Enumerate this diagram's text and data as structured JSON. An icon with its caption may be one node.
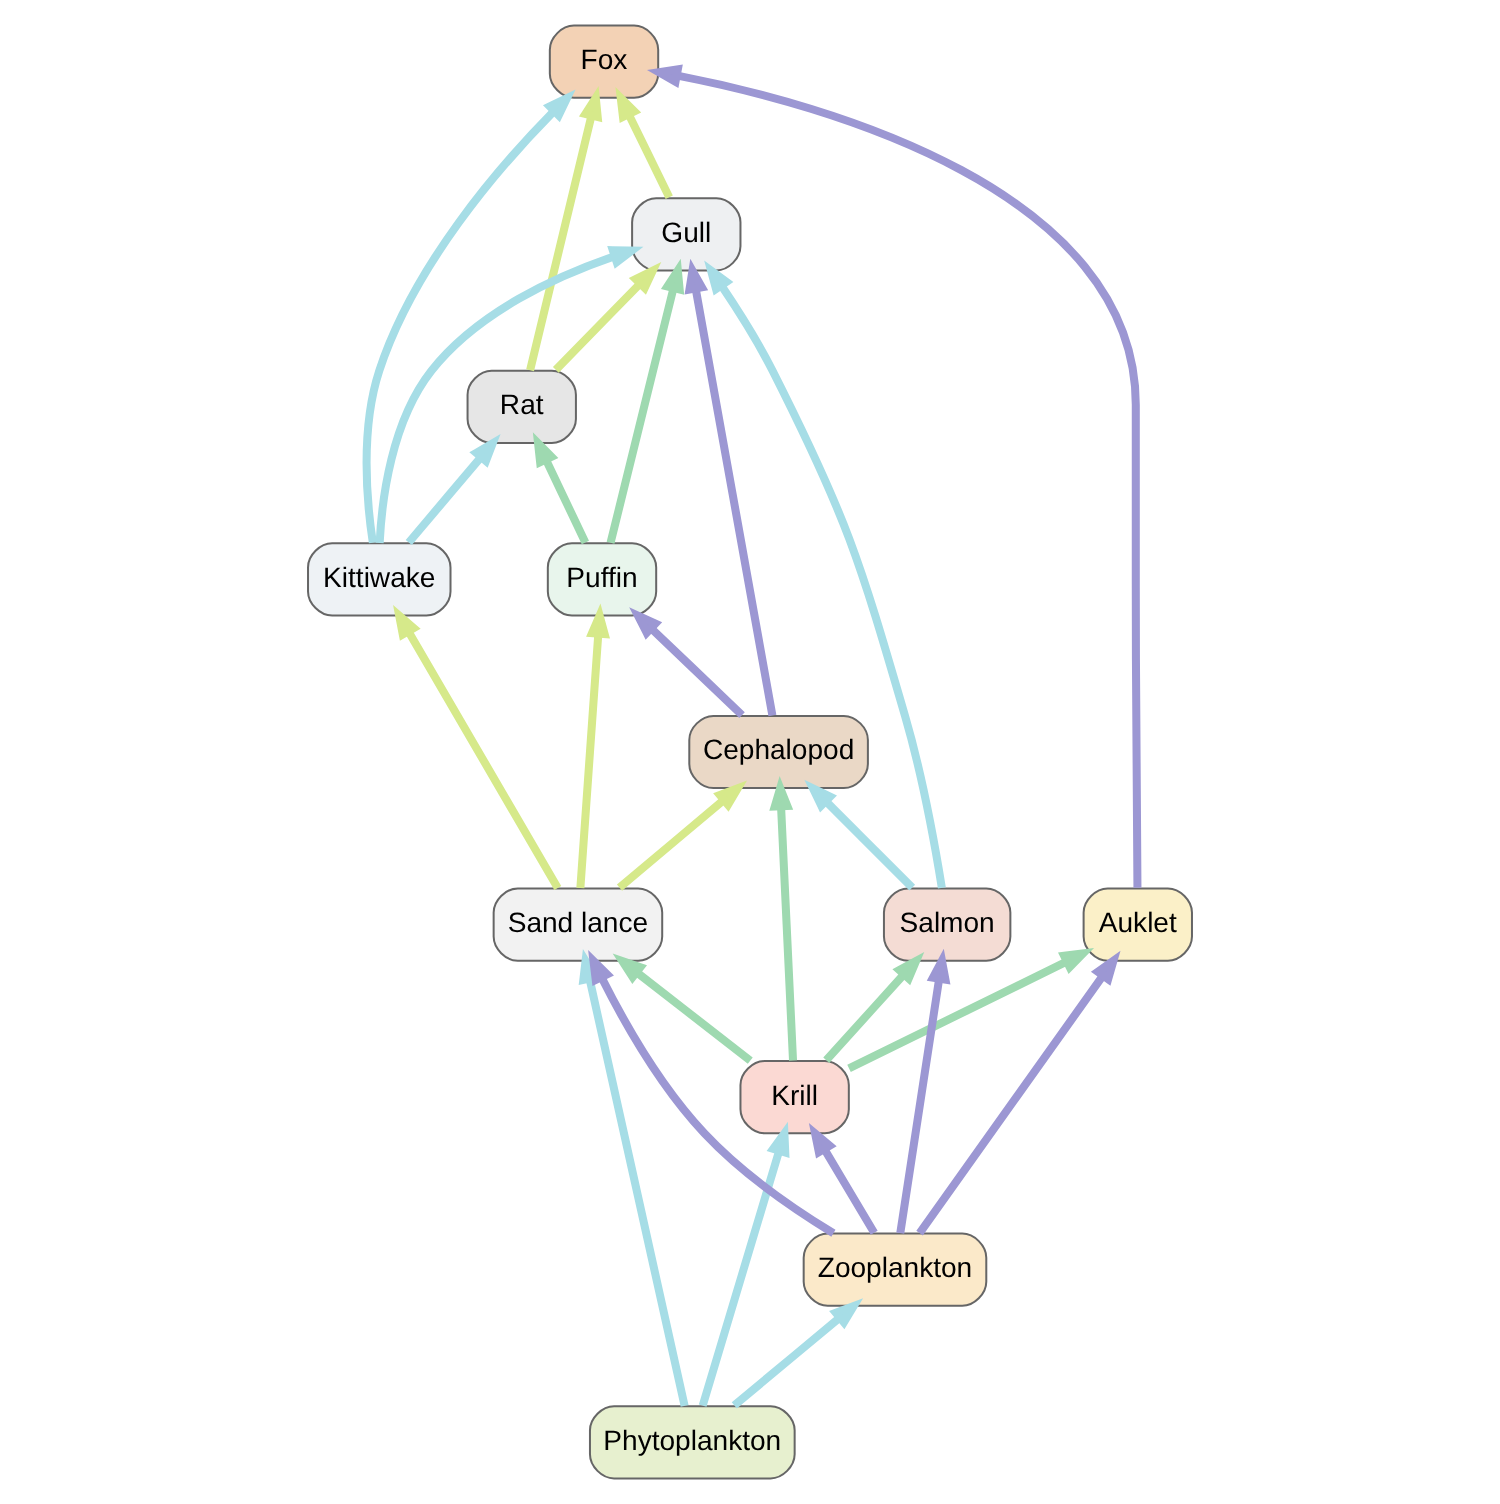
{
  "diagram": {
    "nodes": [
      {
        "text": [
          "Rat"
        ]
      },
      {
        "text": [
          "Fox"
        ]
      },
      {
        "text": [
          "Puffin"
        ]
      },
      {
        "text": [
          "Kittiwake"
        ]
      },
      {
        "text": [
          "Sand lance"
        ]
      },
      {
        "text": [
          "Cephalopod"
        ]
      },
      {
        "text": [
          "Gull"
        ]
      },
      {
        "text": [
          "Krill"
        ]
      },
      {
        "text": [
          "Phytoplankton"
        ]
      },
      {
        "text": [
          "Auklet"
        ]
      },
      {
        "text": [
          "Zooplankton"
        ]
      },
      {
        "text": [
          "Salmon"
        ]
      }
    ],
    "edges": [
      {
        "from": 0,
        "to": 1,
        "arrow": "to",
        "color": "#d6e98a"
      },
      {
        "from": 0,
        "to": 6,
        "arrow": "to",
        "color": "#d6e98a"
      },
      {
        "from": 2,
        "to": 0,
        "arrow": "to",
        "color": "#9ed9b0"
      },
      {
        "from": 2,
        "to": 6,
        "arrow": "to",
        "color": "#9ed9b0"
      },
      {
        "from": 3,
        "to": 1,
        "arrow": "to",
        "color": "#a6dde6"
      },
      {
        "from": 3,
        "to": 0,
        "arrow": "to",
        "color": "#a6dde6"
      },
      {
        "from": 3,
        "to": 6,
        "arrow": "to",
        "color": "#a6dde6"
      },
      {
        "from": 4,
        "to": 2,
        "arrow": "to",
        "color": "#d6e98a"
      },
      {
        "from": 4,
        "to": 3,
        "arrow": "to",
        "color": "#d6e98a"
      },
      {
        "from": 4,
        "to": 5,
        "arrow": "to",
        "color": "#d6e98a"
      },
      {
        "from": 6,
        "to": 1,
        "arrow": "to",
        "color": "#d6e98a"
      },
      {
        "from": 9,
        "to": 1,
        "arrow": "to",
        "color": "#9c97d3"
      },
      {
        "from": 5,
        "to": 2,
        "arrow": "to",
        "color": "#9c97d3"
      },
      {
        "from": 5,
        "to": 6,
        "arrow": "to",
        "color": "#9c97d3"
      },
      {
        "from": 7,
        "to": 4,
        "arrow": "to",
        "color": "#9ed9b0"
      },
      {
        "from": 7,
        "to": 5,
        "arrow": "to",
        "color": "#9ed9b0"
      },
      {
        "from": 7,
        "to": 9,
        "arrow": "to",
        "color": "#9ed9b0"
      },
      {
        "from": 7,
        "to": 11,
        "arrow": "to",
        "color": "#9ed9b0"
      },
      {
        "from": 8,
        "to": 4,
        "arrow": "to",
        "color": "#a6dde6"
      },
      {
        "from": 8,
        "to": 7,
        "arrow": "to",
        "color": "#a6dde6"
      },
      {
        "from": 8,
        "to": 10,
        "arrow": "to",
        "color": "#a6dde6"
      },
      {
        "from": 10,
        "to": 4,
        "arrow": "to",
        "color": "#9c97d3"
      },
      {
        "from": 10,
        "to": 7,
        "arrow": "to",
        "color": "#9c97d3"
      },
      {
        "from": 10,
        "to": 9,
        "arrow": "to",
        "color": "#9c97d3"
      },
      {
        "from": 10,
        "to": 11,
        "arrow": "to",
        "color": "#9c97d3"
      },
      {
        "from": 11,
        "to": 5,
        "arrow": "to",
        "color": "#a6dde6"
      },
      {
        "from": 11,
        "to": 6,
        "arrow": "to",
        "color": "#a6dde6"
      }
    ]
  }
}
